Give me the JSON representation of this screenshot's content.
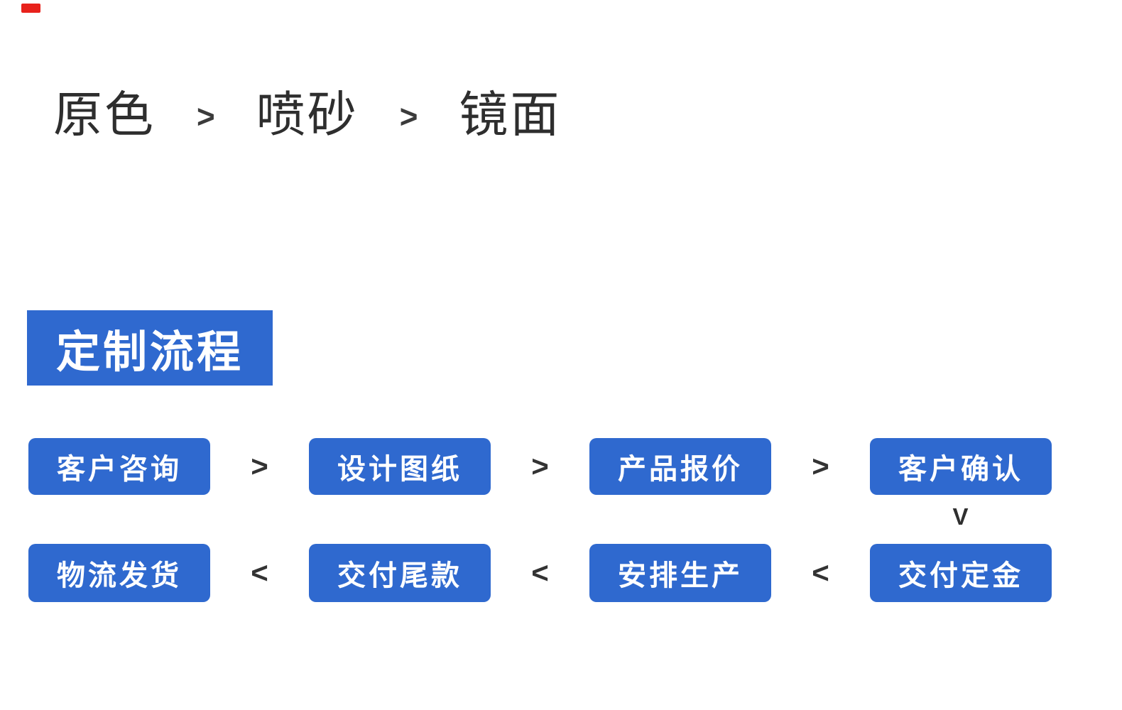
{
  "page": {
    "background": "#ffffff",
    "accent_blue": "#2f69cf",
    "text_dark": "#2e2e2e",
    "corner_mark_color": "#e8221c"
  },
  "finish_options": {
    "items": [
      "原色",
      "喷砂",
      "镜面"
    ],
    "separator": ">"
  },
  "section_header": {
    "title": "定制流程"
  },
  "process_flow": {
    "row1": {
      "steps": [
        "客户咨询",
        "设计图纸",
        "产品报价",
        "客户确认"
      ],
      "separator": ">"
    },
    "connector_down": "V",
    "row2": {
      "steps": [
        "物流发货",
        "交付尾款",
        "安排生产",
        "交付定金"
      ],
      "separator": "<"
    }
  }
}
